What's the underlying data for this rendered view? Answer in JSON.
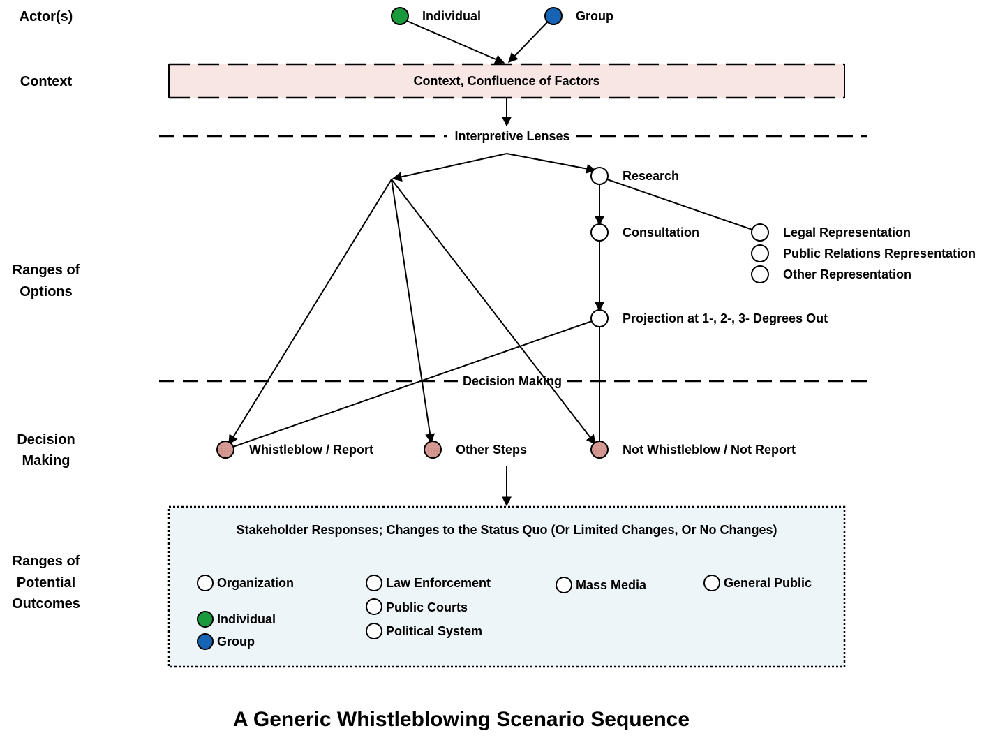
{
  "lanes": {
    "actors": "Actor(s)",
    "context": "Context",
    "options_line1": "Ranges of",
    "options_line2": "Options",
    "decision_line1": "Decision",
    "decision_line2": "Making",
    "outcomes_line1": "Ranges of",
    "outcomes_line2": "Potential",
    "outcomes_line3": "Outcomes"
  },
  "actors": {
    "individual": "Individual",
    "group": "Group"
  },
  "context_box": "Context, Confluence of Factors",
  "interpretive_lenses": "Interpretive Lenses",
  "options": {
    "research": "Research",
    "consultation": "Consultation",
    "legal": "Legal Representation",
    "public_relations": "Public Relations Representation",
    "other_rep": "Other Representation",
    "projection": "Projection at 1-, 2-, 3- Degrees Out"
  },
  "decision_making": "Decision Making",
  "decisions": {
    "whistleblow": "Whistleblow / Report",
    "other_steps": "Other Steps",
    "not_whistleblow": "Not Whistleblow / Not Report"
  },
  "outcomes": {
    "heading": "Stakeholder Responses; Changes to the Status Quo (Or Limited Changes, Or No Changes)",
    "organization": "Organization",
    "individual": "Individual",
    "group": "Group",
    "law_enforcement": "Law Enforcement",
    "public_courts": "Public Courts",
    "political_system": "Political System",
    "mass_media": "Mass Media",
    "general_public": "General Public"
  },
  "title": "A Generic Whistleblowing Scenario Sequence",
  "colors": {
    "individual": "#1a9a3c",
    "group": "#1764b5",
    "decision_node": "#d69b94",
    "context_fill": "#f7e6e4",
    "outcomes_fill": "#eef5f8"
  }
}
